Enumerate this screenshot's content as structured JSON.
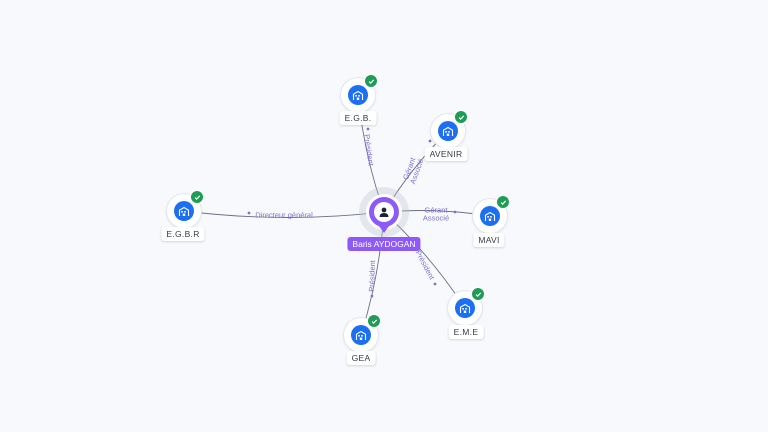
{
  "center": {
    "name": "Baris AYDOGAN",
    "icon": "person-icon"
  },
  "companies": [
    {
      "id": "egb",
      "label": "E.G.B.",
      "icon": "building-icon",
      "verified": true
    },
    {
      "id": "avenir",
      "label": "AVENIR",
      "icon": "building-icon",
      "verified": true
    },
    {
      "id": "egbr",
      "label": "E.G.B.R",
      "icon": "building-icon",
      "verified": true
    },
    {
      "id": "mavi",
      "label": "MAVI",
      "icon": "building-icon",
      "verified": true
    },
    {
      "id": "eme",
      "label": "E.M.E",
      "icon": "building-icon",
      "verified": true
    },
    {
      "id": "gea",
      "label": "GEA",
      "icon": "building-icon",
      "verified": true
    }
  ],
  "relations": [
    {
      "to": "egb",
      "lines": [
        "Président"
      ]
    },
    {
      "to": "avenir",
      "lines": [
        "Gérant",
        "Associé"
      ]
    },
    {
      "to": "egbr",
      "lines": [
        "Directeur général"
      ]
    },
    {
      "to": "mavi",
      "lines": [
        "Gérant",
        "Associé"
      ]
    },
    {
      "to": "eme",
      "lines": [
        "Président"
      ]
    },
    {
      "to": "gea",
      "lines": [
        "Président"
      ]
    }
  ],
  "colors": {
    "center": "#8e5af7",
    "company": "#1d6ff2",
    "verified": "#1f9d57",
    "relation_text": "#7f6fd6"
  }
}
